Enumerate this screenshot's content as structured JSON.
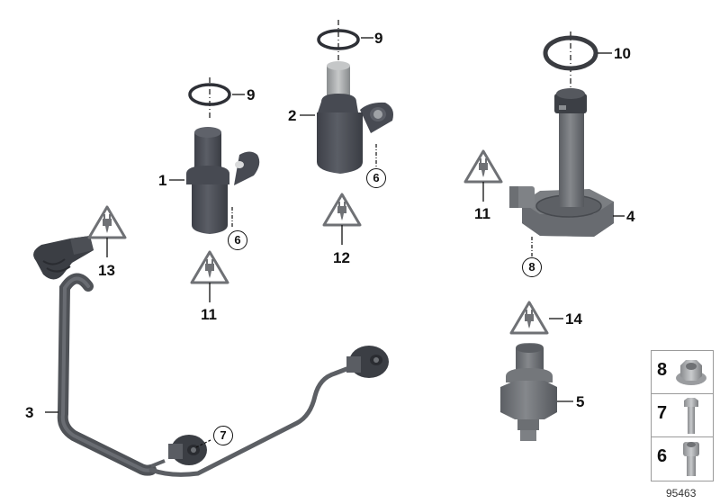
{
  "diagram": {
    "type": "parts-exploded-view",
    "document_number": "95463",
    "colors": {
      "part_dark": "#4a4d55",
      "part_mid": "#6b6e74",
      "part_light": "#8d9094",
      "line": "#111111",
      "background": "#ffffff"
    },
    "callouts": [
      {
        "id": "1",
        "label": "1",
        "part": "camshaft-sensor-dark"
      },
      {
        "id": "2",
        "label": "2",
        "part": "camshaft-sensor-with-light-tip"
      },
      {
        "id": "3",
        "label": "3",
        "part": "knock-sensor-wiring-harness"
      },
      {
        "id": "4",
        "label": "4",
        "part": "oil-level-sensor"
      },
      {
        "id": "5",
        "label": "5",
        "part": "oil-pressure-switch"
      },
      {
        "id": "9a",
        "label": "9",
        "part": "o-ring-sensor-1"
      },
      {
        "id": "9b",
        "label": "9",
        "part": "o-ring-sensor-2"
      },
      {
        "id": "10",
        "label": "10",
        "part": "o-ring-oil-level-sensor"
      },
      {
        "id": "11a",
        "label": "11",
        "part": "electrical-connector-symbol"
      },
      {
        "id": "11b",
        "label": "11",
        "part": "electrical-connector-symbol"
      },
      {
        "id": "12",
        "label": "12",
        "part": "electrical-connector-symbol"
      },
      {
        "id": "13",
        "label": "13",
        "part": "electrical-connector-symbol"
      },
      {
        "id": "14",
        "label": "14",
        "part": "electrical-connector-symbol"
      }
    ],
    "circled_refs": [
      {
        "id": "6a",
        "label": "6",
        "part": "screw-ref-sensor-1"
      },
      {
        "id": "6b",
        "label": "6",
        "part": "screw-ref-sensor-2"
      },
      {
        "id": "7",
        "label": "7",
        "part": "bolt-ref-knock-sensor"
      },
      {
        "id": "8",
        "label": "8",
        "part": "nut-ref-oil-level-sensor"
      }
    ],
    "legend": [
      {
        "label": "8",
        "part": "hex-flange-nut"
      },
      {
        "label": "7",
        "part": "hex-bolt"
      },
      {
        "label": "6",
        "part": "socket-head-cap-screw"
      }
    ]
  }
}
